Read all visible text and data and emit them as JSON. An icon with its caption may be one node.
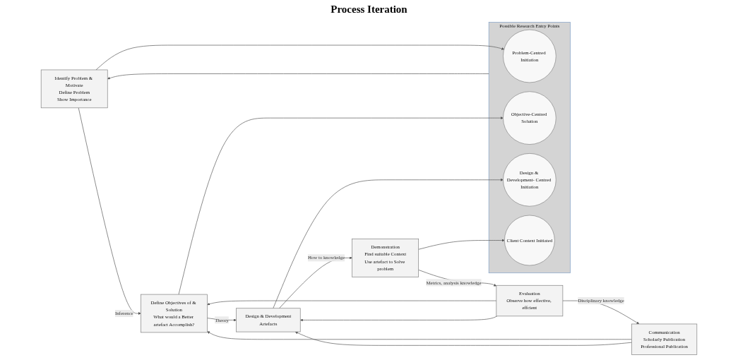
{
  "diagram": {
    "nodes": [
      {
        "text": [
          "Identify Problem & Motivate",
          "Define Problem",
          "Show Importance"
        ]
      },
      {
        "text": [
          "Define Objectives of & Solution",
          "What would a Better artefact Accomplish?"
        ]
      },
      {
        "text": [
          "Design & Development",
          "Artefacts"
        ]
      },
      {
        "text": [
          "Demonstration",
          "Find suitable Context",
          "Use artefact to Solve problem"
        ]
      },
      {
        "text": [
          "Evaluation",
          "Observe how effective, effcient"
        ]
      },
      {
        "text": [
          "Communication",
          "Scholarly Publication",
          "Professional Publication"
        ]
      },
      {
        "text": [
          "Possible Research Entry Points"
        ]
      },
      {
        "text": [
          "Problem-Centred Initiation"
        ],
        "in": 6
      },
      {
        "text": [
          "Objective-Centred Solution"
        ],
        "in": 6
      },
      {
        "text": [
          "Design & Development- Centred Initiation"
        ],
        "in": 6
      },
      {
        "text": [
          "Client Context Initiated"
        ],
        "in": 6
      }
    ],
    "edges": [
      {
        "from": 0,
        "to": 1,
        "arrow": "to",
        "label": "Inference"
      },
      {
        "from": 1,
        "to": 2,
        "arrow": "to",
        "label": "Theory"
      },
      {
        "from": 2,
        "to": 3,
        "arrow": "to",
        "label": "How to knowledge"
      },
      {
        "from": 3,
        "to": 4,
        "arrow": "to",
        "label": "Metrics, analysis knowledge"
      },
      {
        "from": 4,
        "to": 5,
        "arrow": "to",
        "label": "Disciplinary knowledge"
      },
      {
        "from": 4,
        "to": 1,
        "arrow": "to"
      },
      {
        "from": 4,
        "to": 2,
        "arrow": "to"
      },
      {
        "from": 5,
        "to": 1,
        "arrow": "to"
      },
      {
        "from": 5,
        "to": 2,
        "arrow": "to"
      },
      {
        "from": 0,
        "to": 7,
        "arrow": "to"
      },
      {
        "from": 1,
        "to": 8,
        "arrow": "to"
      },
      {
        "from": 2,
        "to": 9,
        "arrow": "to"
      },
      {
        "from": 3,
        "to": 10,
        "arrow": "to"
      },
      {
        "from": 6,
        "to": 0,
        "arrow": "to"
      }
    ],
    "labels": [
      "Process Iteration"
    ]
  }
}
